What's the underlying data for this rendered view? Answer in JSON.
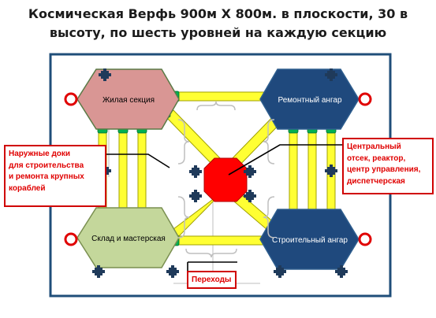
{
  "title": {
    "line1": "Космическая Верфь 900м Х 800м. в плоскости, 30 в",
    "line2": "высоту, по шесть уровней на каждую секцию"
  },
  "sections": {
    "living": "Жилая секция",
    "repair": "Ремонтный ангар",
    "storage": "Склад и мастерская",
    "construction": "Строительный ангар"
  },
  "callouts": {
    "docks": [
      "Наружные доки",
      "для строительства",
      "и ремонта крупных",
      "кораблей"
    ],
    "central": [
      "Центральный",
      "отсек, реактор,",
      "центр управления,",
      "диспетчерская"
    ],
    "transitions": "Переходы"
  },
  "colors": {
    "frame": "#1f4e79",
    "living": "#d99694",
    "repair": "#1f497d",
    "storage": "#c4d79b",
    "construction": "#1f497d",
    "core": "#ff0000",
    "corridor": "#ffff33",
    "connector": "#00b050",
    "callout": "#ff0000"
  }
}
